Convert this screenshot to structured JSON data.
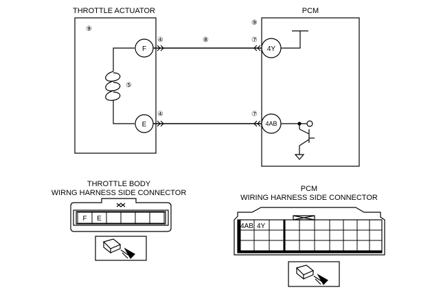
{
  "labels": {
    "throttle_actuator": "THROTTLE ACTUATOR",
    "pcm": "PCM",
    "tb_connector_line1": "THROTTLE BODY",
    "tb_connector_line2": "WIRNG HARNESS SIDE CONNECTOR",
    "pcm_connector_line1": "PCM",
    "pcm_connector_line2": "WIRING HARNESS SIDE CONNECTOR"
  },
  "pins": {
    "actuator_top": "F",
    "actuator_bottom": "E",
    "pcm_top": "4Y",
    "pcm_bottom": "4AB"
  },
  "callouts": {
    "actuator_box": "⑨",
    "pcm_box": "⑨",
    "connector_actuator_top": "④",
    "connector_actuator_bottom": "④",
    "connector_pcm_top": "⑦",
    "connector_pcm_bottom": "⑦",
    "wire_harness": "⑧",
    "motor_coil": "⑤"
  },
  "tb_connector_cells": [
    "F",
    "E",
    "",
    "",
    "",
    ""
  ],
  "pcm_connector_cells": [
    "4AB",
    "4Y"
  ]
}
